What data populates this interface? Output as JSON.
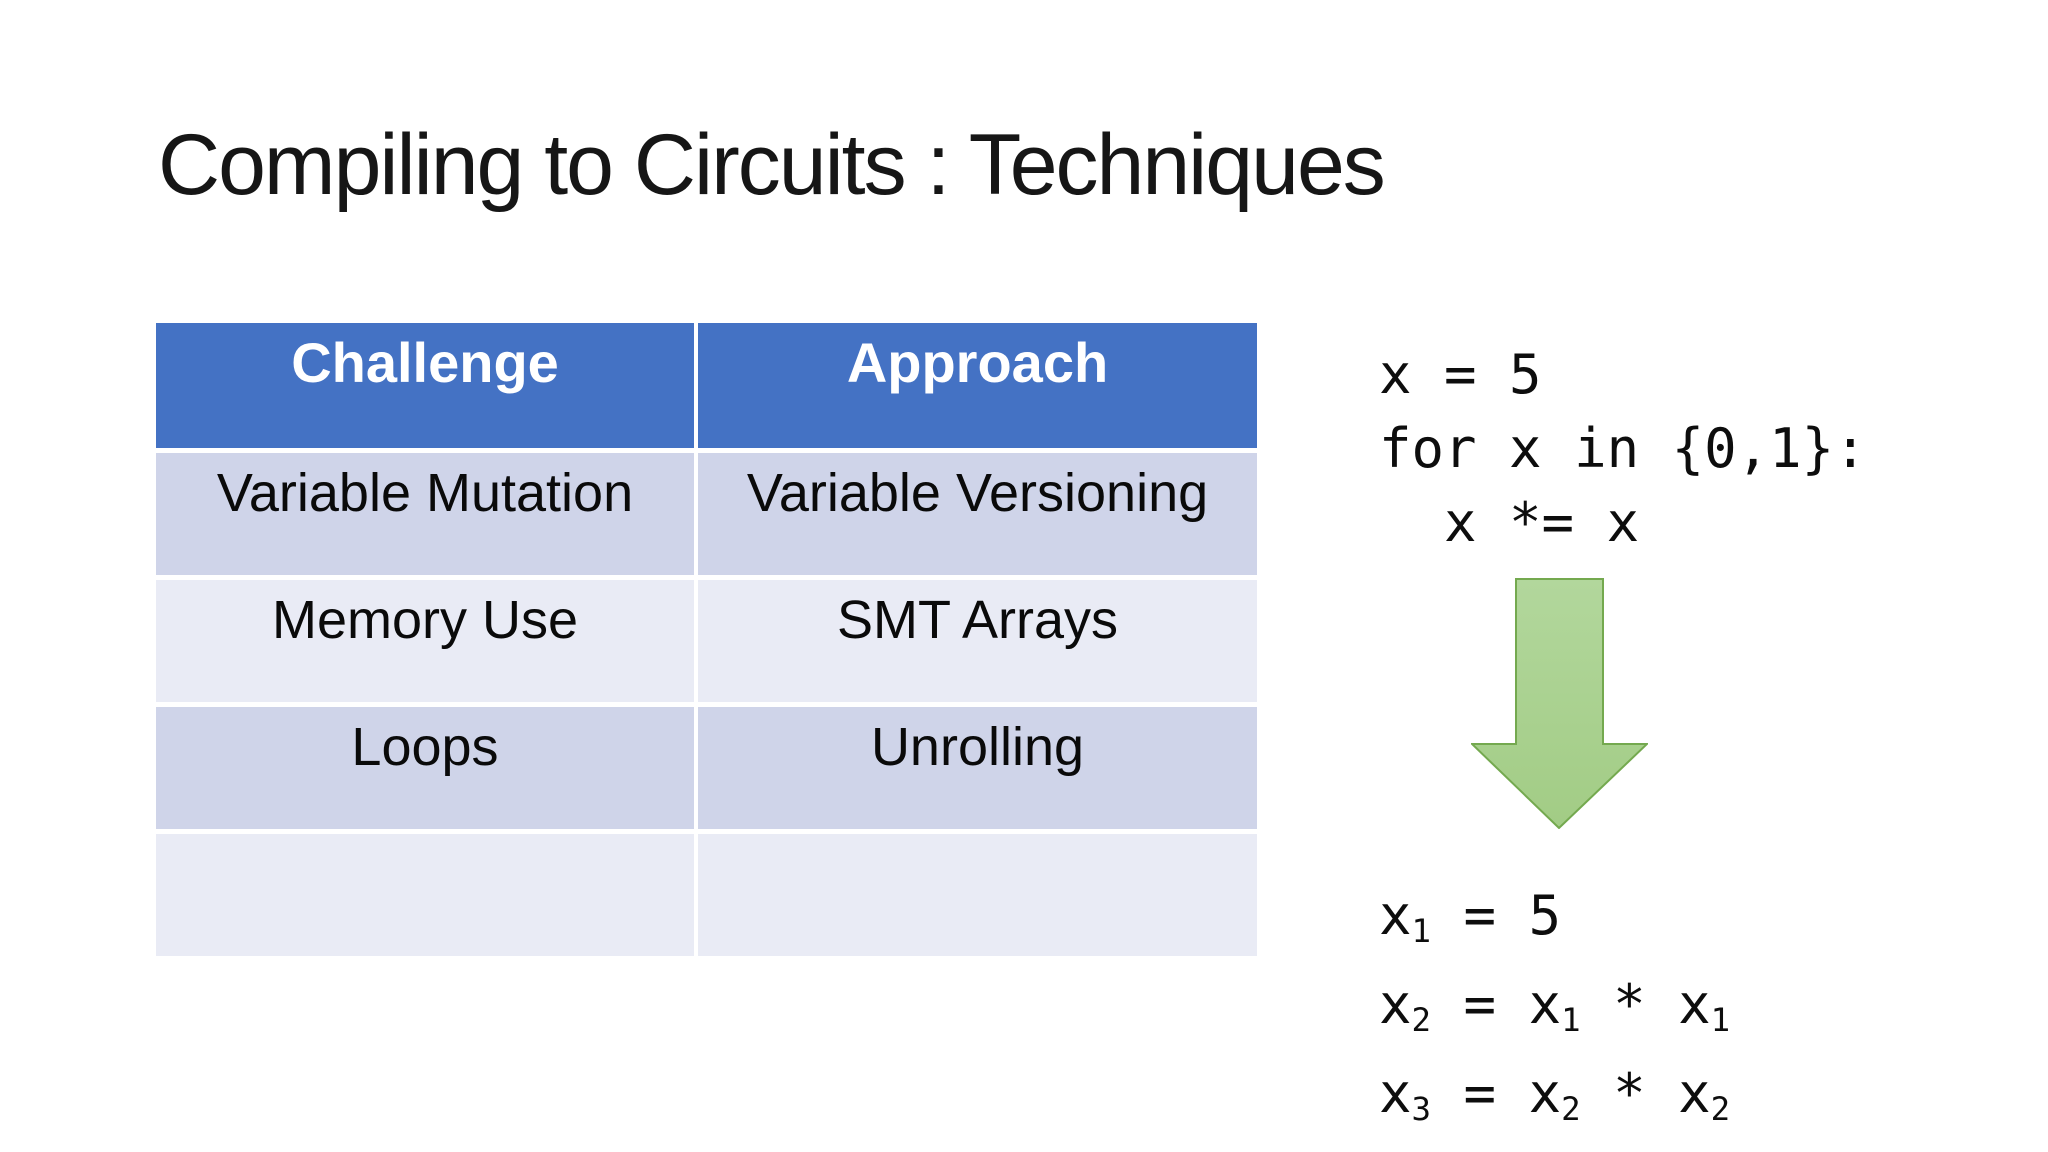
{
  "slide": {
    "title": "Compiling to Circuits : Techniques",
    "background_color": "#ffffff"
  },
  "table": {
    "columns": [
      "Challenge",
      "Approach"
    ],
    "rows": [
      [
        "Variable Mutation",
        "Variable Versioning"
      ],
      [
        "Memory Use",
        "SMT Arrays"
      ],
      [
        "Loops",
        "Unrolling"
      ],
      [
        "",
        ""
      ]
    ],
    "header_bg": "#4472C4",
    "header_text_color": "#ffffff",
    "band_dark": "#CFD4E9",
    "band_light": "#E9EBF5",
    "body_text_color": "#0a0a0a"
  },
  "code_before": {
    "lines": [
      "x = 5",
      "for x in {0,1}:",
      "  x *= x"
    ]
  },
  "arrow": {
    "direction": "down",
    "fill": "#A9D18E",
    "stroke": "#74A94F"
  },
  "code_after": {
    "lines": [
      [
        {
          "t": "x"
        },
        {
          "s": "1"
        },
        {
          "t": " = 5"
        }
      ],
      [
        {
          "t": "x"
        },
        {
          "s": "2"
        },
        {
          "t": " = x"
        },
        {
          "s": "1"
        },
        {
          "t": " * x"
        },
        {
          "s": "1"
        }
      ],
      [
        {
          "t": "x"
        },
        {
          "s": "3"
        },
        {
          "t": " = x"
        },
        {
          "s": "2"
        },
        {
          "t": " * x"
        },
        {
          "s": "2"
        }
      ]
    ]
  }
}
